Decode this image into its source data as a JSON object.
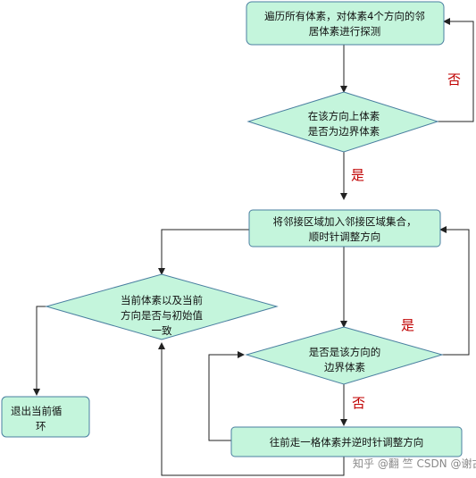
{
  "nodes": {
    "traverse": [
      "遍历所有体素，对体素4个方向的邻",
      "居体素进行探测"
    ],
    "is_boundary_dir": [
      "在该方向上体素",
      "是否为边界体素"
    ],
    "add_neighbor": [
      "将邻接区域加入邻接区域集合，",
      "顺时针调整方向"
    ],
    "current_equals_init": [
      "当前体素以及当前",
      "方向是否与初始值",
      "一致"
    ],
    "is_boundary_this_dir": [
      "是否是该方向的",
      "边界体素"
    ],
    "exit_loop": [
      "退出当前循",
      "环"
    ],
    "step_forward": [
      "往前走一格体素并逆时针调整方向"
    ]
  },
  "edge_labels": {
    "no_top": "否",
    "yes_top": "是",
    "yes_right": "是",
    "no_bottom": "否"
  },
  "watermark": "知乎 @翻 竺 CSDN @谢古羽",
  "colors": {
    "node_fill": "#c4f5dc",
    "node_stroke": "#4a7fa0",
    "label_red": "#c00000"
  }
}
